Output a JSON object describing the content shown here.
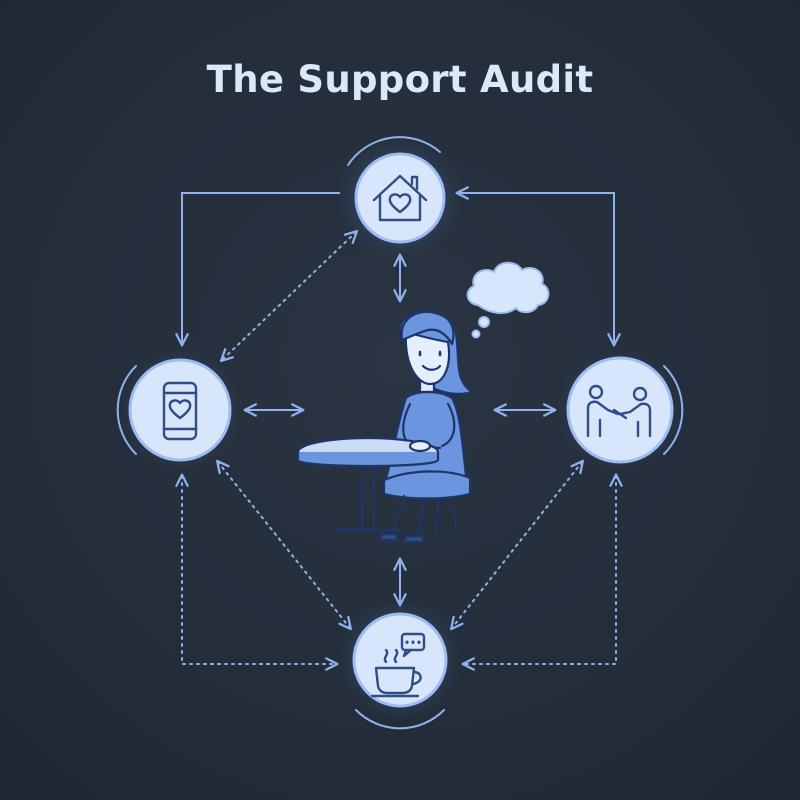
{
  "title": "The Support Audit",
  "colors": {
    "background": "#242d3a",
    "accent": "#8fb3ee",
    "node_fill": "#d8e6fb",
    "icon_stroke": "#2f4e86",
    "person_fill": "#6b95df"
  },
  "nodes": [
    {
      "id": "home",
      "icon": "house-heart-icon"
    },
    {
      "id": "digital",
      "icon": "phone-heart-icon"
    },
    {
      "id": "community",
      "icon": "handshake-icon"
    },
    {
      "id": "social",
      "icon": "coffee-chat-icon"
    }
  ],
  "center": {
    "figure": "person-at-table",
    "thought": "thought-cloud-icon"
  }
}
